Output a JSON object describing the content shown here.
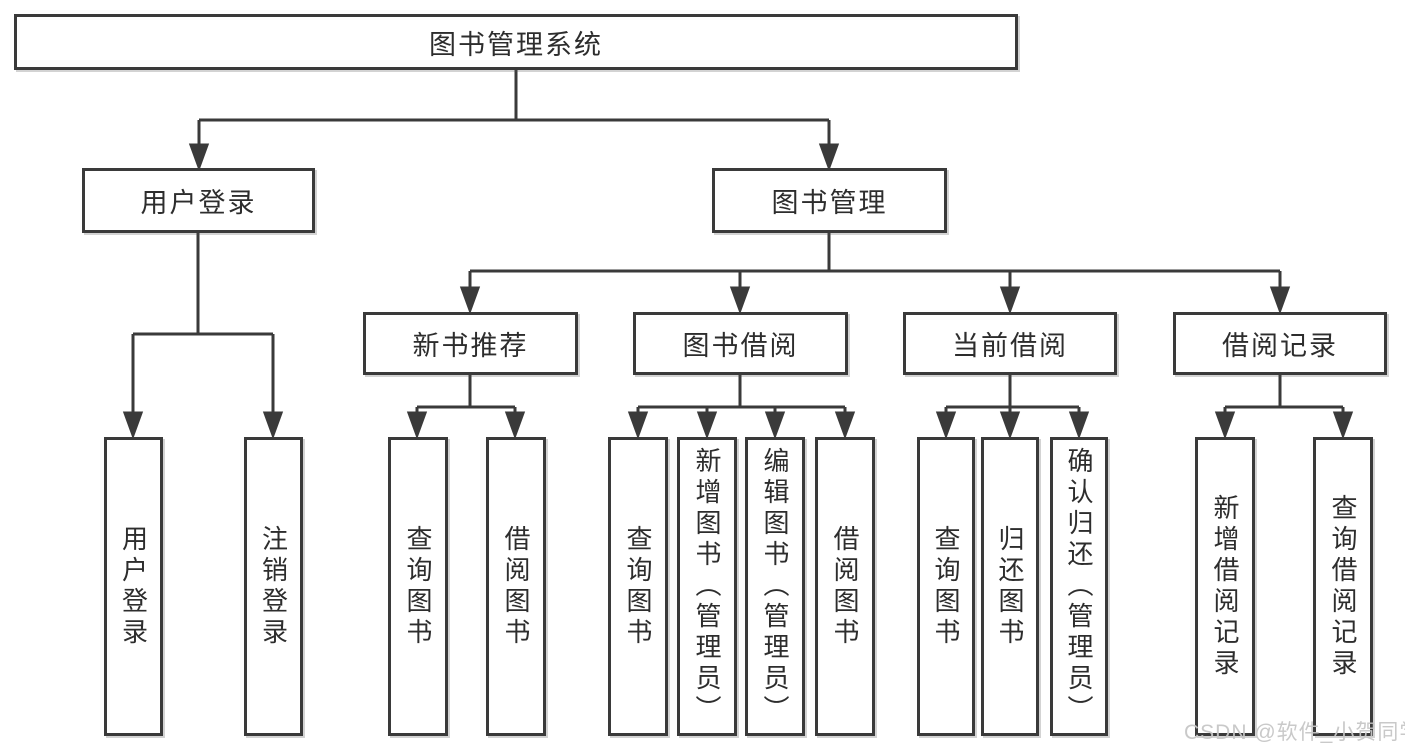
{
  "diagram": {
    "type": "hierarchy-tree",
    "colors": {
      "line": "#3a3a3a",
      "box_border": "#3a3a3a",
      "text": "#2d2d2d",
      "background": "#ffffff",
      "watermark": "#c6c6c6"
    },
    "root": {
      "label": "图书管理系统",
      "children": [
        {
          "label": "用户登录",
          "children": [
            {
              "label": "用户登录"
            },
            {
              "label": "注销登录"
            }
          ]
        },
        {
          "label": "图书管理",
          "children": [
            {
              "label": "新书推荐",
              "children": [
                {
                  "label": "查询图书"
                },
                {
                  "label": "借阅图书"
                }
              ]
            },
            {
              "label": "图书借阅",
              "children": [
                {
                  "label": "查询图书"
                },
                {
                  "label": "新增图书（管理员）"
                },
                {
                  "label": "编辑图书（管理员）"
                },
                {
                  "label": "借阅图书"
                }
              ]
            },
            {
              "label": "当前借阅",
              "children": [
                {
                  "label": "查询图书"
                },
                {
                  "label": "归还图书"
                },
                {
                  "label": "确认归还（管理员）"
                }
              ]
            },
            {
              "label": "借阅记录",
              "children": [
                {
                  "label": "新增借阅记录"
                },
                {
                  "label": "查询借阅记录"
                }
              ]
            }
          ]
        }
      ]
    },
    "watermark": {
      "text": "CSDN @软件_小贺同学"
    }
  }
}
